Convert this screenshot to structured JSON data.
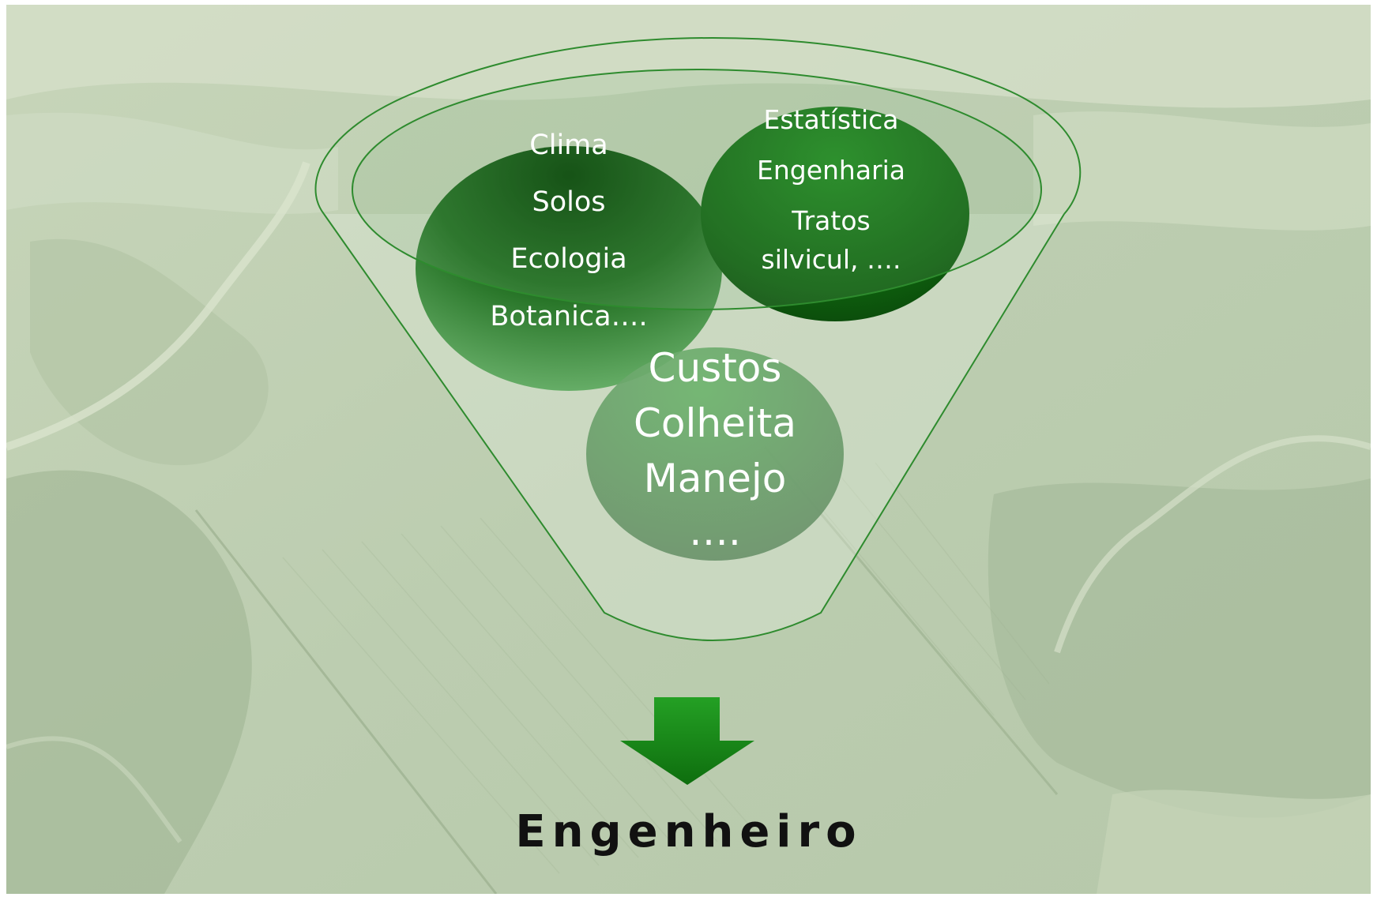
{
  "diagram": {
    "left_circle": {
      "items": [
        "Clima",
        "Solos",
        "Ecologia",
        "Botanica…."
      ]
    },
    "right_circle": {
      "items": [
        "Estatística",
        "Engenharia",
        "Tratos",
        "silvicul, …."
      ]
    },
    "bottom_circle": {
      "items": [
        "Custos",
        "Colheita",
        "Manejo",
        "…."
      ]
    },
    "result": "Engenheiro",
    "colors": {
      "funnel_outline": "#2e8b2e",
      "dark_green": "#0b4d0b",
      "mid_green": "#1f7a1f",
      "light_green": "#5fa85f",
      "arrow_green": "#1d8a1d"
    }
  }
}
